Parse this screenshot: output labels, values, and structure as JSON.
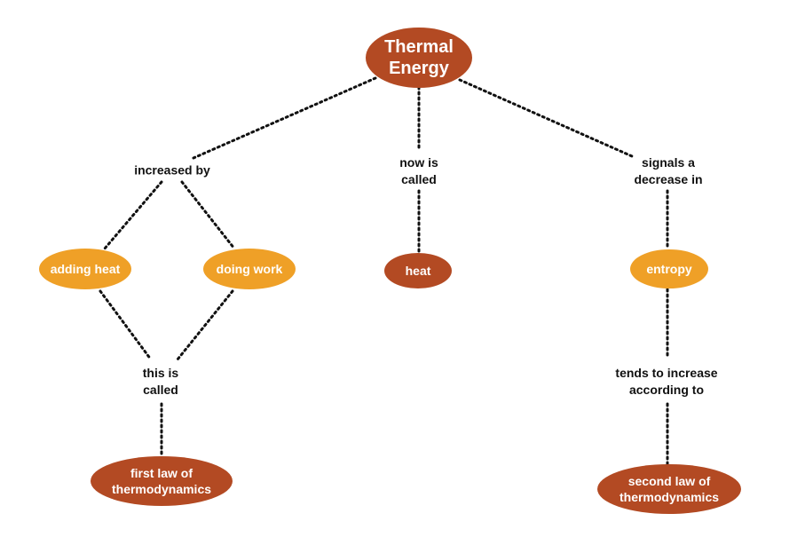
{
  "colors": {
    "dark_node": "#b34a23",
    "light_node": "#efa027",
    "line": "#111111"
  },
  "nodes": {
    "thermal_energy": "Thermal\nEnergy",
    "adding_heat": "adding heat",
    "doing_work": "doing work",
    "heat": "heat",
    "entropy": "entropy",
    "first_law": "first law of\nthermodynamics",
    "second_law": "second law of\nthermodynamics"
  },
  "links": {
    "increased_by": "increased by",
    "now_is_called": "now is\ncalled",
    "signals_decrease": "signals a\ndecrease in",
    "this_is_called": "this is\ncalled",
    "tends_to_increase": "tends to increase\naccording to"
  }
}
